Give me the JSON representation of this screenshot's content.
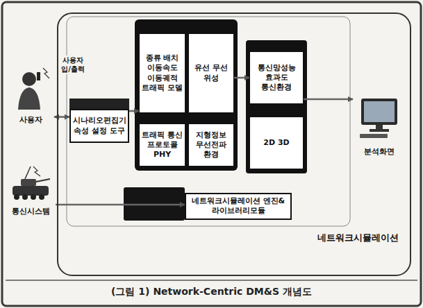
{
  "diagram": {
    "caption": "(그림 1) Network-Centric DM&S 개념도",
    "nodes": [
      {
        "text": [
          "네트워크시뮬레이션"
        ]
      },
      {
        "text": [
          "사용자"
        ]
      },
      {
        "text": [
          "시나리오편집기 속성 설정 도구"
        ],
        "in": 0
      },
      {
        "text": [
          "종류 배치 이동속도 이동궤적 트래픽 모델"
        ],
        "in": 0
      },
      {
        "text": [
          "유선 무선 위성"
        ],
        "in": 0
      },
      {
        "text": [
          "트래픽 통신 프로토콜 PHY"
        ],
        "in": 0
      },
      {
        "text": [
          "지형정보 무선전파 환경"
        ],
        "in": 0
      },
      {
        "text": [
          "통신망성능 효과도 통신환경"
        ],
        "in": 0
      },
      {
        "text": [
          "2D 3D"
        ],
        "in": 0
      },
      {
        "text": [
          "통신시스템"
        ]
      },
      {
        "text": [
          "네트워크시뮬레이션 엔진&라이브러리모듈"
        ],
        "in": 0
      },
      {
        "text": [
          "분석화면"
        ],
        "in": 0
      }
    ],
    "edges": [
      {
        "from": 1,
        "to": 2,
        "arrow": "both"
      },
      {
        "from": 2,
        "to": 3,
        "arrow": "to"
      },
      {
        "from": 4,
        "to": 7,
        "arrow": "to"
      },
      {
        "from": 7,
        "to": 11,
        "arrow": "to"
      },
      {
        "from": 9,
        "to": 10,
        "arrow": "to"
      }
    ],
    "labels": [
      "사용자 입/출력"
    ]
  }
}
